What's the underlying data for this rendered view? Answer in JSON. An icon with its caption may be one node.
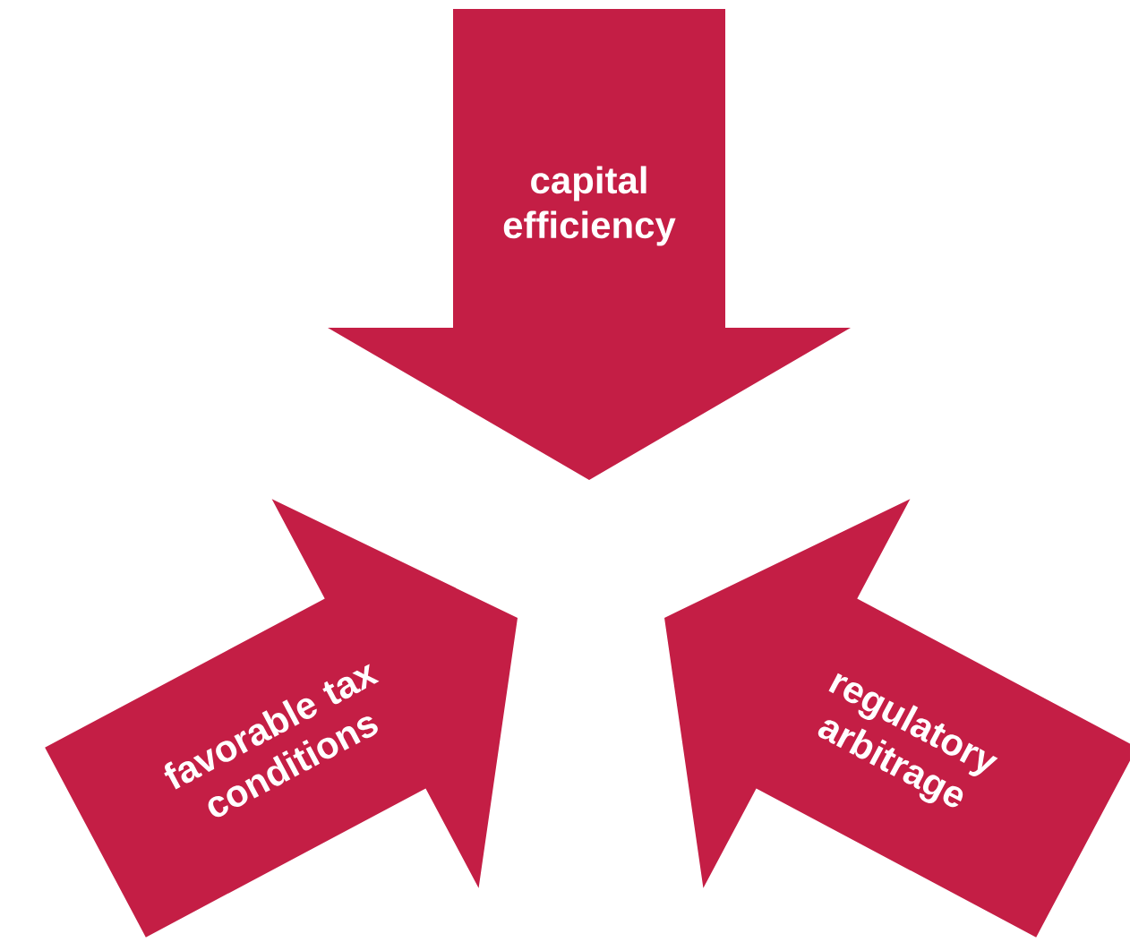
{
  "diagram": {
    "nodes": [
      {
        "text": [
          "capital efficiency"
        ]
      },
      {
        "text": [
          "favorable tax conditions"
        ]
      },
      {
        "text": [
          "regulatory arbitrage"
        ]
      }
    ]
  }
}
